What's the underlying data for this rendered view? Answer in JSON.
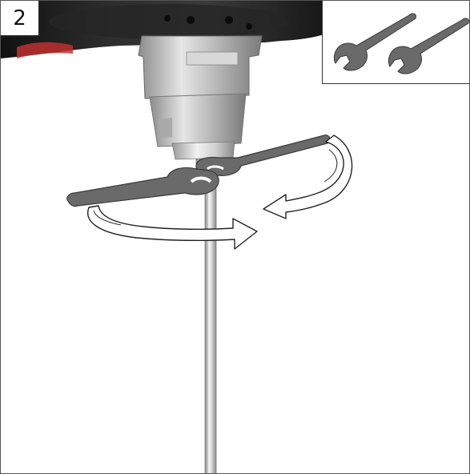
{
  "step": {
    "number": "2"
  },
  "tools": {
    "icon": "open-end-wrench-pair"
  },
  "colors": {
    "frame": "#555555",
    "wrench_fill": "#6a6a6a",
    "wrench_stroke": "#3a3a3a",
    "arrow_stroke": "#222222",
    "machine_dark": "#1e1e1e",
    "metal_light": "#c8c8c8"
  },
  "annotations": {
    "rotation_arrows": [
      "counter-rotation-upper",
      "counter-rotation-lower"
    ]
  }
}
